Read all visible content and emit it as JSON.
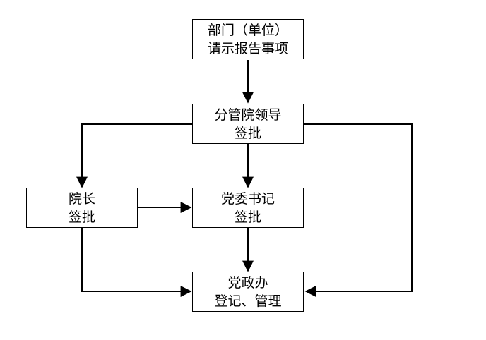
{
  "nodes": {
    "request": {
      "line1": "部门（单位）",
      "line2": "请示报告事项"
    },
    "division_leader": {
      "line1": "分管院领导",
      "line2": "签批"
    },
    "president": {
      "line1": "院长",
      "line2": "签批"
    },
    "party_secretary": {
      "line1": "党委书记",
      "line2": "签批"
    },
    "party_office": {
      "line1": "党政办",
      "line2": "登记、管理"
    }
  },
  "edges": [
    {
      "from": "request",
      "to": "division_leader"
    },
    {
      "from": "division_leader",
      "to": "president"
    },
    {
      "from": "division_leader",
      "to": "party_secretary"
    },
    {
      "from": "division_leader",
      "to": "party_office"
    },
    {
      "from": "president",
      "to": "party_secretary"
    },
    {
      "from": "president",
      "to": "party_office"
    },
    {
      "from": "party_secretary",
      "to": "party_office"
    }
  ]
}
